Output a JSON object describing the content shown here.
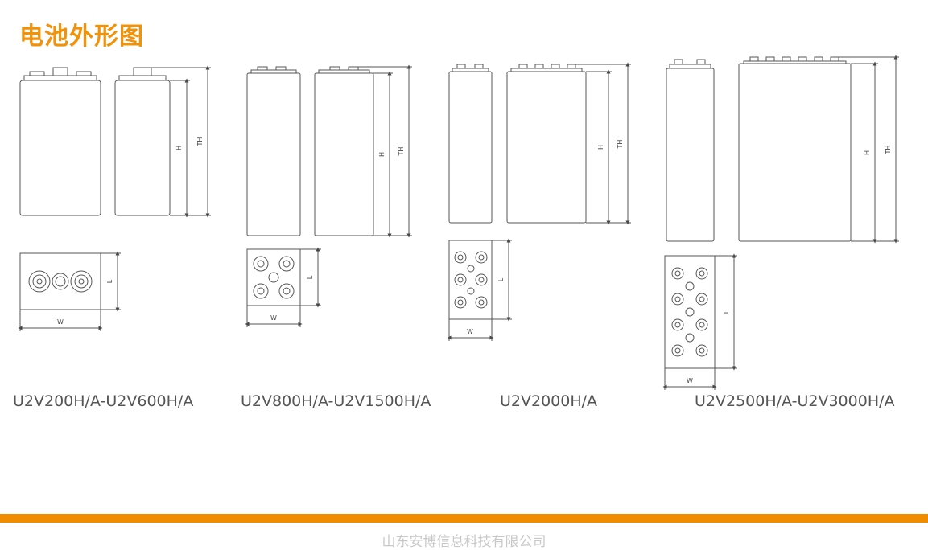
{
  "page": {
    "title": "电池外形图"
  },
  "dimension_labels": {
    "h": "H",
    "th": "TH",
    "w": "W",
    "l": "L"
  },
  "models": [
    {
      "name": "U2V200H/A-U2V600H/A"
    },
    {
      "name": "U2V800H/A-U2V1500H/A"
    },
    {
      "name": "U2V2000H/A"
    },
    {
      "name": "U2V2500H/A-U2V3000H/A"
    }
  ],
  "footer": {
    "company": "山东安博信息科技有限公司"
  },
  "colors": {
    "accent": "#f08c00",
    "title": "#f0920a",
    "line": "#555555"
  }
}
